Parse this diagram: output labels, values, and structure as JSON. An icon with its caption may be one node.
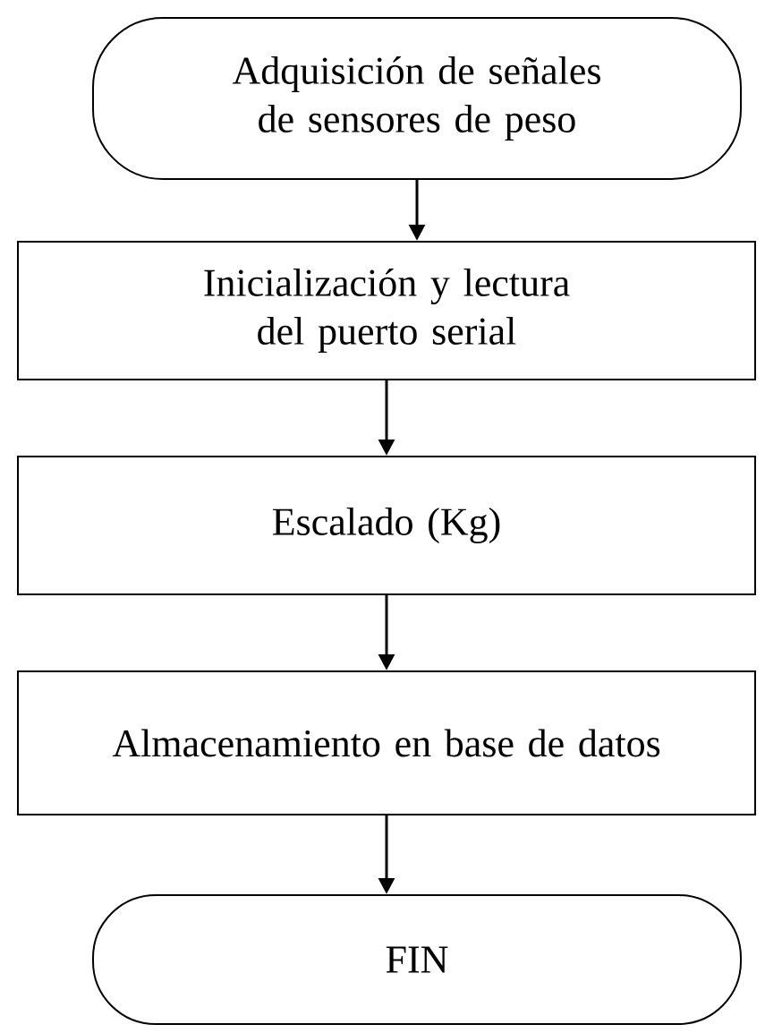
{
  "diagram": {
    "nodes": [
      {
        "text": [
          "Adquisición de señales de sensores de peso"
        ]
      },
      {
        "text": [
          "Inicialización y lectura del puerto serial"
        ]
      },
      {
        "text": [
          "Escalado (Kg)"
        ]
      },
      {
        "text": [
          "Almacenamiento en base de datos"
        ]
      },
      {
        "text": [
          "FIN"
        ]
      }
    ],
    "edges": [
      {
        "from": 0,
        "to": 1,
        "arrow": "to"
      },
      {
        "from": 1,
        "to": 2,
        "arrow": "to"
      },
      {
        "from": 2,
        "to": 3,
        "arrow": "to"
      },
      {
        "from": 3,
        "to": 4,
        "arrow": "to"
      }
    ]
  }
}
